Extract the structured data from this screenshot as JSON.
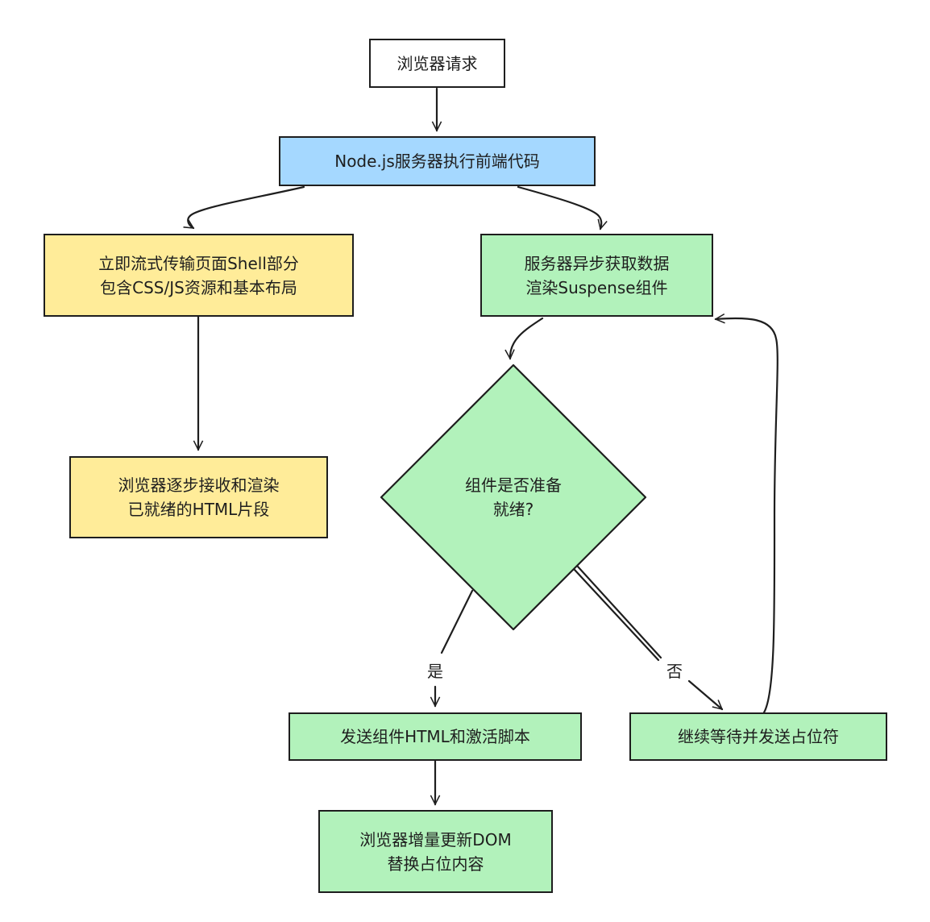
{
  "nodes": {
    "browser_request": "浏览器请求",
    "node_server": "Node.js服务器执行前端代码",
    "stream_shell": "立即流式传输页面Shell部分\n包含CSS/JS资源和基本布局",
    "browser_render": "浏览器逐步接收和渲染\n已就绪的HTML片段",
    "async_fetch": "服务器异步获取数据\n渲染Suspense组件",
    "decision": "组件是否准备\n就绪?",
    "send_html": "发送组件HTML和激活脚本",
    "wait_placeholder": "继续等待并发送占位符",
    "update_dom": "浏览器增量更新DOM\n替换占位内容"
  },
  "edges": {
    "yes_label": "是",
    "no_label": "否"
  },
  "colors": {
    "stroke": "#1e1e1e",
    "blue": "#a5d8ff",
    "yellow": "#ffec99",
    "green": "#b2f2bb"
  }
}
